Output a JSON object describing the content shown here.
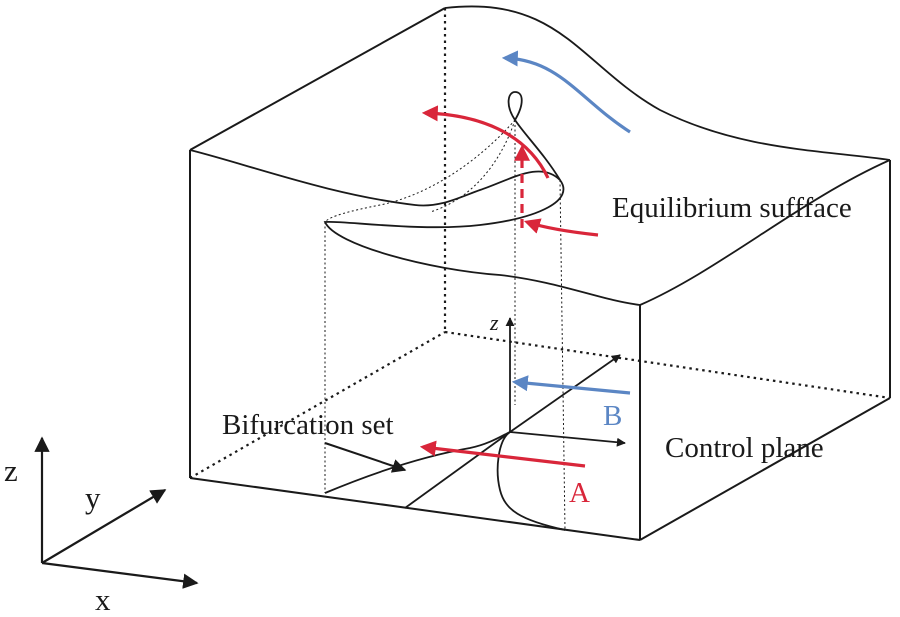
{
  "labels": {
    "equilibrium_surface": "Equilibrium suffface",
    "control_plane": "Control plane",
    "bifurcation_set": "Bifurcation set",
    "path_a": "A",
    "path_b": "B",
    "inner_axis_z": "z",
    "axis_x": "x",
    "axis_y": "y",
    "axis_z": "z"
  },
  "colors": {
    "path_a": "#d9263a",
    "path_b": "#5b86c4",
    "lines": "#1a1a1a"
  }
}
